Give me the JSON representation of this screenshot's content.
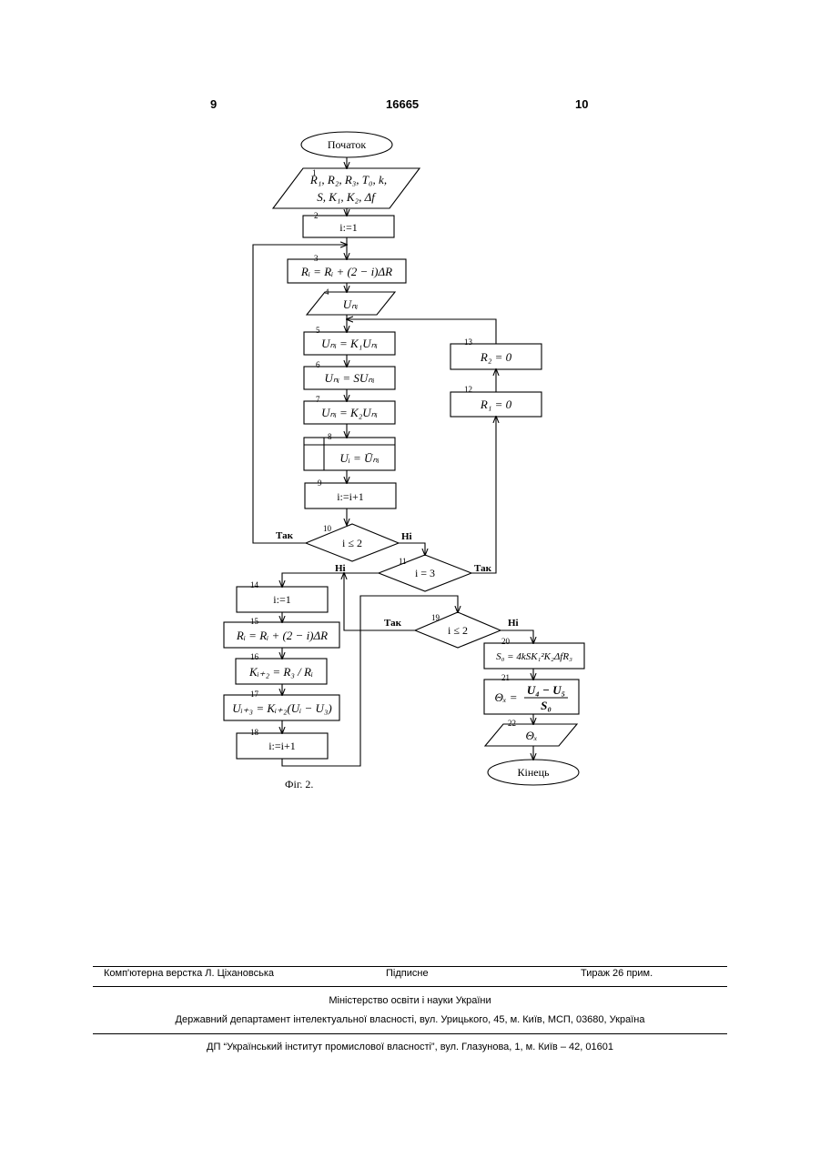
{
  "header": {
    "page_left": "9",
    "patent_number": "16665",
    "page_right": "10"
  },
  "flowchart": {
    "start": "Початок",
    "end": "Кінець",
    "yes": "Так",
    "no": "Ні",
    "blocks": {
      "b1": {
        "num": "1",
        "line1": "R₁, R₂, R₃, T₀, k,",
        "line2": "S, K₁, K₂, Δf"
      },
      "b2": {
        "num": "2",
        "text": "i:=1"
      },
      "b3": {
        "num": "3",
        "text": "Rᵢ = Rᵢ + (2 − i)ΔR"
      },
      "b4": {
        "num": "4",
        "text": "Uₙᵢ"
      },
      "b5": {
        "num": "5",
        "text": "Uₙᵢ = K₁Uₙᵢ"
      },
      "b6": {
        "num": "6",
        "text": "Uₙᵢ = SUₙᵢ"
      },
      "b7": {
        "num": "7",
        "text": "Uₙᵢ = K₂Uₙᵢ"
      },
      "b8": {
        "num": "8",
        "text": "Uᵢ = Ūₙᵢ"
      },
      "b9": {
        "num": "9",
        "text": "i:=i+1"
      },
      "b10": {
        "num": "10",
        "text": "i ≤ 2"
      },
      "b11": {
        "num": "11",
        "text": "i = 3"
      },
      "b12": {
        "num": "12",
        "text": "R₁ = 0"
      },
      "b13": {
        "num": "13",
        "text": "R₂ = 0"
      },
      "b14": {
        "num": "14",
        "text": "i:=1"
      },
      "b15": {
        "num": "15",
        "text": "Rᵢ = Rᵢ + (2 − i)ΔR"
      },
      "b16": {
        "num": "16",
        "text": "Kᵢ₊₂ = R₃ / Rᵢ"
      },
      "b17": {
        "num": "17",
        "text": "Uᵢ₊₃ = Kᵢ₊₂(Uᵢ − U₃)"
      },
      "b18": {
        "num": "18",
        "text": "i:=i+1"
      },
      "b19": {
        "num": "19",
        "text": "i ≤ 2"
      },
      "b20": {
        "num": "20",
        "text": "S₀ = 4kSK₁²K₂ΔfR₃"
      },
      "b21": {
        "num": "21",
        "lhs": "Θₓ =",
        "numerator": "U₄ − U₅",
        "denominator": "S₀"
      },
      "b22": {
        "num": "22",
        "text": "Θₓ"
      }
    },
    "caption": "Фіг. 2."
  },
  "footer": {
    "typesetting": "Комп'ютерна верстка Л. Ціхановська",
    "signed": "Підписне",
    "circulation": "Тираж 26 прим.",
    "ministry": "Міністерство освіти і науки України",
    "department": "Державний департамент інтелектуальної власності, вул. Урицького, 45, м. Київ, МСП, 03680, Україна",
    "institute": "ДП “Український інститут промислової власності”, вул. Глазунова, 1, м. Київ – 42, 01601"
  }
}
